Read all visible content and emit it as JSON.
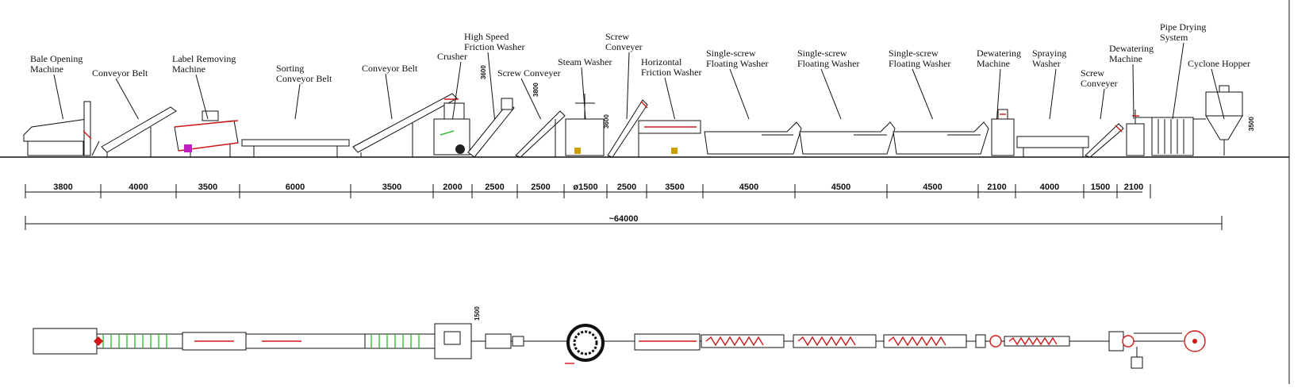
{
  "machines": [
    {
      "name": "Bale Opening Machine",
      "lines": [
        "Bale Opening",
        "Machine"
      ],
      "length": "3800"
    },
    {
      "name": "Conveyor Belt",
      "lines": [
        "Conveyor Belt"
      ],
      "length": "4000"
    },
    {
      "name": "Label Removing Machine",
      "lines": [
        "Label Removing",
        "Machine"
      ],
      "length": "3500"
    },
    {
      "name": "Sorting Conveyor Belt",
      "lines": [
        "Sorting",
        "Conveyor Belt"
      ],
      "length": "6000"
    },
    {
      "name": "Conveyor Belt",
      "lines": [
        "Conveyor Belt"
      ],
      "length": "3500"
    },
    {
      "name": "Crusher",
      "lines": [
        "Crusher"
      ],
      "length": "2000"
    },
    {
      "name": "High Speed Friction Washer",
      "lines": [
        "High Speed",
        "Friction Washer"
      ],
      "length": "2500"
    },
    {
      "name": "Screw Conveyer",
      "lines": [
        "Screw Conveyer"
      ],
      "length": "2500"
    },
    {
      "name": "Steam Washer",
      "lines": [
        "Steam Washer"
      ],
      "length": "ø1500"
    },
    {
      "name": "Screw Conveyer",
      "lines": [
        "Screw",
        "Conveyer"
      ],
      "length": "2500"
    },
    {
      "name": "Horizontal Friction Washer",
      "lines": [
        "Horizontal",
        "Friction Washer"
      ],
      "length": "3500"
    },
    {
      "name": "Single-screw Floating Washer",
      "lines": [
        "Single-screw",
        "Floating Washer"
      ],
      "length": "4500"
    },
    {
      "name": "Single-screw Floating Washer",
      "lines": [
        "Single-screw",
        "Floating Washer"
      ],
      "length": "4500"
    },
    {
      "name": "Single-screw Floating Washer",
      "lines": [
        "Single-screw",
        "Floating Washer"
      ],
      "length": "4500"
    },
    {
      "name": "Dewatering Machine",
      "lines": [
        "Dewatering",
        "Machine"
      ],
      "length": "2100"
    },
    {
      "name": "Spraying Washer",
      "lines": [
        "Spraying",
        "Washer"
      ],
      "length": "4000"
    },
    {
      "name": "Screw Conveyer",
      "lines": [
        "Screw",
        "Conveyer"
      ],
      "length": "1500"
    },
    {
      "name": "Dewatering Machine",
      "lines": [
        "Dewatering",
        "Machine"
      ],
      "length": "2100"
    },
    {
      "name": "Pipe Drying System",
      "lines": [
        "Pipe Drying",
        "System"
      ],
      "length": ""
    },
    {
      "name": "Cyclone Hopper",
      "lines": [
        "Cyclone Hopper"
      ],
      "length": ""
    }
  ],
  "total_length": "~64000",
  "height_marks": [
    "3600",
    "3800",
    "3600",
    "3500"
  ],
  "plan_height_mark": "1500",
  "colors": {
    "line": "#111111",
    "accent_red": "#d01818",
    "accent_green": "#15b515",
    "accent_magenta": "#c020c0"
  }
}
